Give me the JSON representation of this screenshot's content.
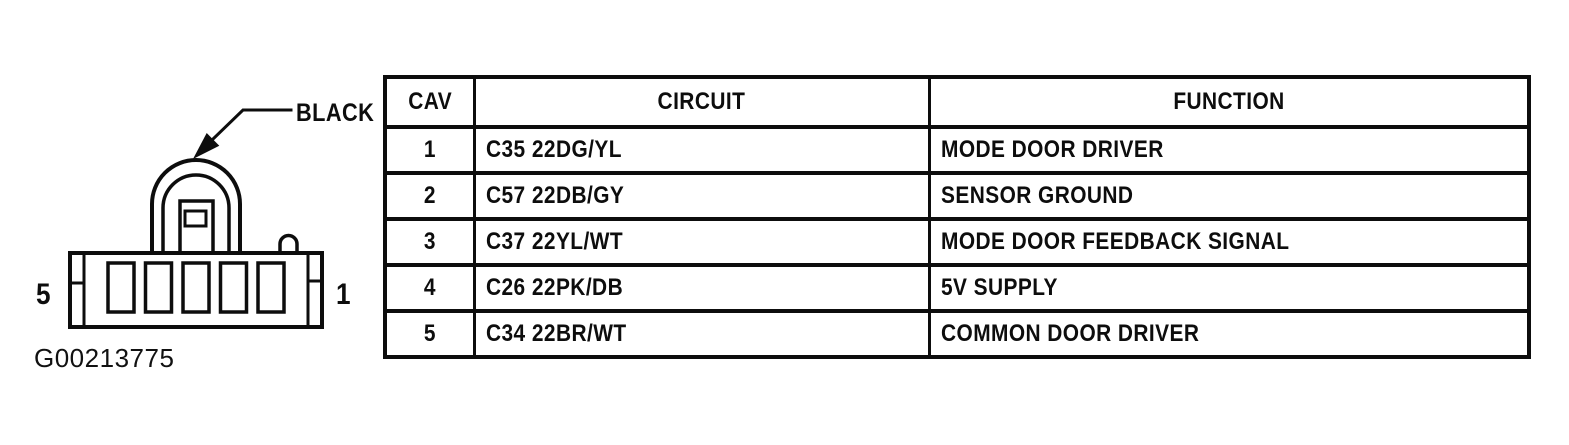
{
  "figure": {
    "connector_color_label": "BLACK",
    "pin_left_label": "5",
    "pin_right_label": "1",
    "figure_id": "G00213775"
  },
  "table": {
    "headers": [
      "CAV",
      "CIRCUIT",
      "FUNCTION"
    ],
    "rows": [
      {
        "cav": "1",
        "circuit": "C35 22DG/YL",
        "function": "MODE DOOR DRIVER"
      },
      {
        "cav": "2",
        "circuit": "C57 22DB/GY",
        "function": "SENSOR GROUND"
      },
      {
        "cav": "3",
        "circuit": "C37 22YL/WT",
        "function": "MODE DOOR FEEDBACK SIGNAL"
      },
      {
        "cav": "4",
        "circuit": "C26 22PK/DB",
        "function": "5V SUPPLY"
      },
      {
        "cav": "5",
        "circuit": "C34 22BR/WT",
        "function": "COMMON DOOR DRIVER"
      }
    ]
  },
  "colors": {
    "ink": "#0d0d0d",
    "background": "#ffffff"
  }
}
